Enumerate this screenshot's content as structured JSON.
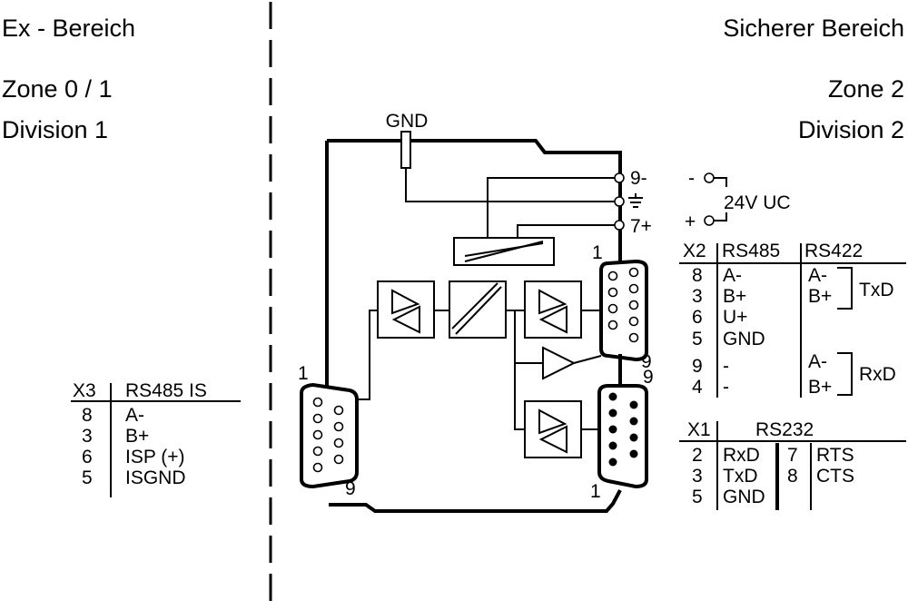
{
  "zones": {
    "left": {
      "title": "Ex - Bereich",
      "zone": "Zone 0 / 1",
      "division": "Division 1"
    },
    "right": {
      "title": "Sicherer Bereich",
      "zone": "Zone 2",
      "division": "Division 2"
    }
  },
  "device": {
    "gnd_label": "GND",
    "terminals": [
      "9-",
      "7+"
    ],
    "supply": {
      "minus": "-",
      "plus": "+",
      "label": "24V UC"
    },
    "pin_labels": {
      "connector_left_1": "1",
      "connector_left_9": "9",
      "connector_right_top_1": "1",
      "connector_right_top_9": "9",
      "connector_right_bottom_9": "9",
      "connector_right_bottom_1": "1"
    }
  },
  "x3": {
    "header": [
      "X3",
      "RS485 IS"
    ],
    "rows": [
      [
        "8",
        "A-"
      ],
      [
        "3",
        "B+"
      ],
      [
        "6",
        "ISP (+)"
      ],
      [
        "5",
        "ISGND"
      ]
    ]
  },
  "x2": {
    "header": [
      "X2",
      "RS485",
      "RS422"
    ],
    "rows": [
      [
        "8",
        "A-",
        "A-"
      ],
      [
        "3",
        "B+",
        "B+"
      ],
      [
        "6",
        "U+",
        ""
      ],
      [
        "5",
        "GND",
        ""
      ],
      [
        "9",
        "-",
        "A-"
      ],
      [
        "4",
        "-",
        "B+"
      ]
    ],
    "groups": [
      "TxD",
      "RxD"
    ]
  },
  "x1": {
    "header": [
      "X1",
      "RS232"
    ],
    "rows_left": [
      [
        "2",
        "RxD"
      ],
      [
        "3",
        "TxD"
      ],
      [
        "5",
        "GND"
      ]
    ],
    "rows_right": [
      [
        "7",
        "RTS"
      ],
      [
        "8",
        "CTS"
      ]
    ]
  }
}
